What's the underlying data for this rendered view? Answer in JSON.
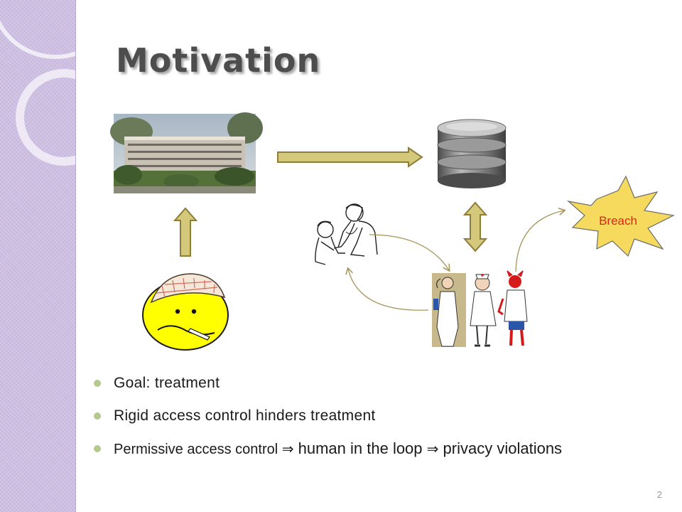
{
  "slide": {
    "title": "Motivation",
    "page_number": "2"
  },
  "diagram": {
    "breach_label": "Breach",
    "nodes": [
      "hospital-building-image",
      "patient-smiley",
      "database-cylinder",
      "doctor-examining-patient",
      "medical-staff-group",
      "breach-starburst"
    ]
  },
  "bullets": [
    {
      "text": "Goal:  treatment"
    },
    {
      "text": "Rigid access control hinders treatment"
    },
    {
      "part1": "Permissive access control ",
      "arrow": "⇒",
      "part2": " human in the loop ",
      "part3": " privacy violations"
    }
  ],
  "colors": {
    "arrow_fill": "#d4c97a",
    "arrow_stroke": "#8e7c3a",
    "sidebar": "#cdbfe2",
    "bullet": "#b5c98e",
    "breach_text": "#e0221e",
    "starburst": "#f6da5e"
  }
}
